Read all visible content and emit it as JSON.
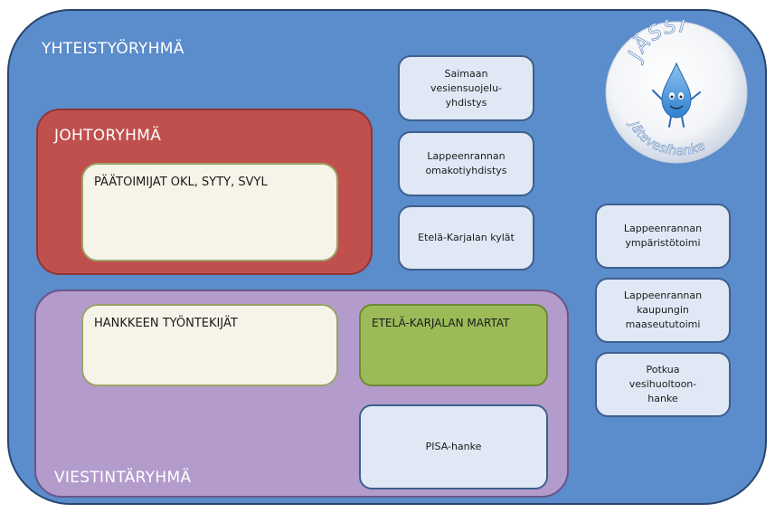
{
  "groups": {
    "yhteistyo": "YHTEISTYÖRYHMÄ",
    "johto": "JOHTORYHMÄ",
    "viestinta": "VIESTINTÄRYHMÄ"
  },
  "inner_boxes": {
    "paatoimijat": "PÄÄTOIMIJAT OKL, SYTY, SVYL",
    "hankkeen": "HANKKEEN TYÖNTEKIJÄT",
    "martat": "ETELÄ-KARJALAN MARTAT",
    "pisa": "PISA-hanke"
  },
  "partners_column1": [
    "Saimaan\nvesiensuojelu-\nyhdistys",
    "Lappeenrannan\nomakotiyhdistys",
    "Etelä-Karjalan kylät"
  ],
  "partners_column2": [
    "Lappeenrannan\nympäristötoimi",
    "Lappeenrannan\nkaupungin\nmaaseututoimi",
    "Potkua\nvesihuoltoon-\nhanke"
  ],
  "logo": {
    "top_text": "JÄSSI",
    "bottom_text": "Jätevesihanke",
    "mascot": "water-drop-mascot"
  },
  "colors": {
    "outer": "#5b8ccb",
    "johto": "#c0504d",
    "viestinta": "#b39ccc",
    "martat": "#9bbb59"
  }
}
